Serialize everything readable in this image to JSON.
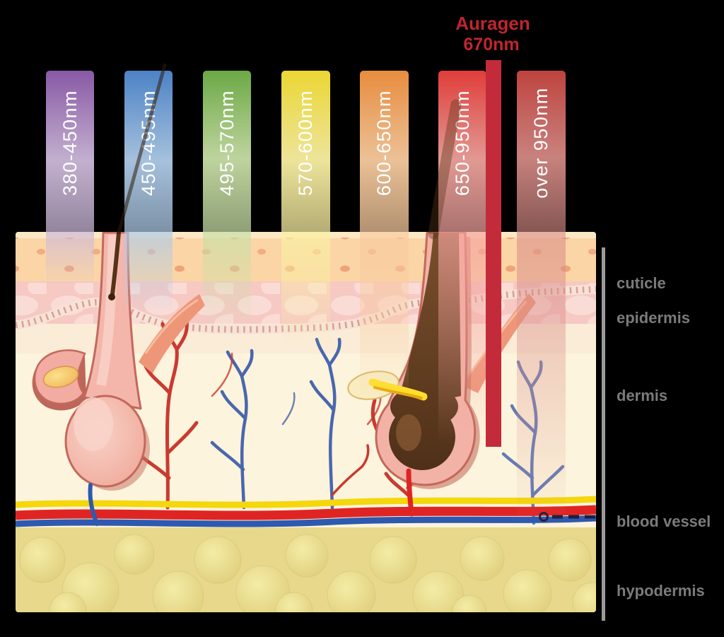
{
  "page": {
    "background": "#000000"
  },
  "annotation": {
    "brand": "Auragen",
    "wavelength": "670nm",
    "text_color": "#c0252f",
    "bar_color": "#c32b3a"
  },
  "spectrum_bars": {
    "label_color": "#ffffff",
    "items": [
      {
        "label": "380-450nm",
        "color": "#8d5cab",
        "light": "#cdb9da"
      },
      {
        "label": "450-495nm",
        "color": "#4f86cc",
        "light": "#aecbe8"
      },
      {
        "label": "495-570nm",
        "color": "#6fae47",
        "light": "#c8dfa6"
      },
      {
        "label": "570-600nm",
        "color": "#f2dd35",
        "light": "#faf0a2"
      },
      {
        "label": "600-650nm",
        "color": "#ef9140",
        "light": "#f8cb9e"
      },
      {
        "label": "650-950nm",
        "color": "#e73f3b",
        "light": "#f3a49e"
      },
      {
        "label": "over 950nm",
        "color": "#c44540",
        "light": "#da8d88"
      }
    ]
  },
  "skin": {
    "label_color": "#7b7b7b",
    "pointer_color": "#9b9b9b",
    "labels": [
      "cuticle",
      "epidermis",
      "dermis",
      "blood vessel",
      "hypodermis"
    ],
    "layer_colors": {
      "cuticle": "#fbd5a6",
      "epidermis": "#f6c9c3",
      "dermis": "#fcf4dc",
      "hypodermis": "#e7d88c"
    },
    "vessel_colors": {
      "membrane": "#f4d70c",
      "artery": "#df2524",
      "vein": "#2e59b0"
    }
  }
}
